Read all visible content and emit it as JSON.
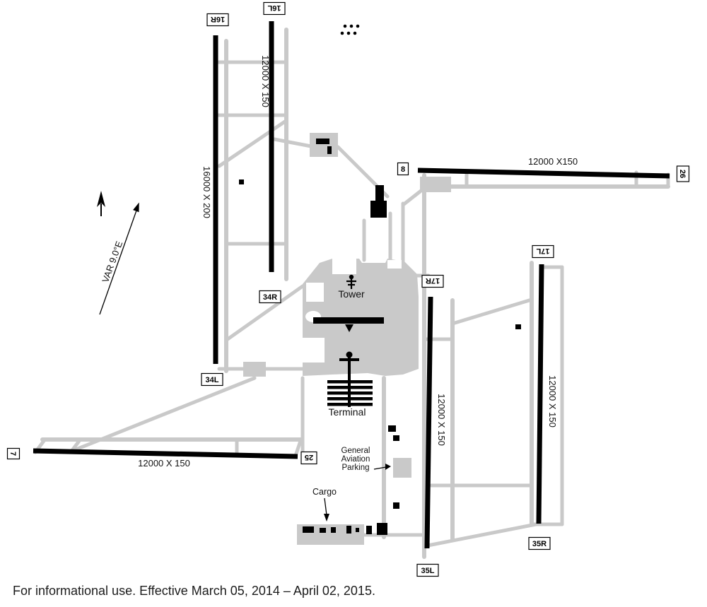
{
  "note": "For informational use. Effective March 05, 2014 – April 02, 2015.",
  "compass": {
    "var_label": "VAR 9.0°E"
  },
  "labels": {
    "tower": "Tower",
    "terminal": "Terminal",
    "cargo": "Cargo",
    "general_aviation": [
      "General",
      "Aviation",
      "Parking"
    ]
  },
  "runways": [
    {
      "id": "16R/34L",
      "end1": "16R",
      "end2": "34L",
      "dim": "16000 X 200"
    },
    {
      "id": "16L/34R",
      "end1": "16L",
      "end2": "34R",
      "dim": "12000 X 150"
    },
    {
      "id": "8/26",
      "end1": "8",
      "end2": "26",
      "dim": "12000 X150"
    },
    {
      "id": "7/25",
      "end1": "7",
      "end2": "25",
      "dim": "12000 X 150"
    },
    {
      "id": "17R/35L",
      "end1": "17R",
      "end2": "35L",
      "dim": "12000 X 150"
    },
    {
      "id": "17L/35R",
      "end1": "17L",
      "end2": "35R",
      "dim": "12000 X 150"
    }
  ],
  "colors": {
    "runway": "#000000",
    "taxiway": "#c9c9c9",
    "building": "#000000",
    "background": "#ffffff"
  }
}
